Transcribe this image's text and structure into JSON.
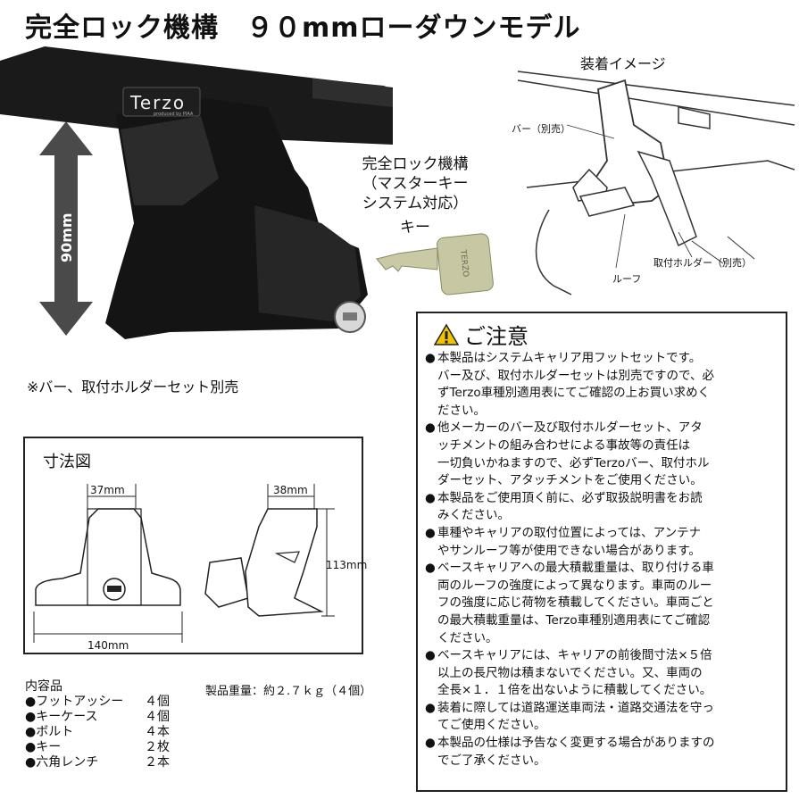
{
  "header": {
    "title": "完全ロック機構　９０mmローダウンモデル"
  },
  "product": {
    "brand_logo": "Terzo",
    "brand_sub": "produced by PIAA",
    "height_label": "90mm",
    "lock_callout": [
      "完全ロック機構",
      "（マスターキー",
      "システム対応）"
    ],
    "key_label": "キー",
    "key_engraving": "TERZO",
    "separate_note": "※バー、取付ホルダーセット別売"
  },
  "install_image": {
    "title": "装着イメージ",
    "bar_label": "バー（別売）",
    "holder_label": "取付ホルダー（別売）",
    "roof_label": "ルーフ"
  },
  "dimensions": {
    "title": "寸法図",
    "front_width": "37mm",
    "side_width": "38mm",
    "height": "113mm",
    "base_width": "140mm"
  },
  "contents": {
    "title": "内容品",
    "items": [
      {
        "name": "●フットアッシー",
        "qty": "４個"
      },
      {
        "name": "●キーケース",
        "qty": "４個"
      },
      {
        "name": "●ボルト",
        "qty": "４本"
      },
      {
        "name": "●キー",
        "qty": "２枚"
      },
      {
        "name": "●六角レンチ",
        "qty": "２本"
      }
    ],
    "weight": "製品重量：約２.７ｋｇ（４個）"
  },
  "caution": {
    "title": "ご注意",
    "lines": [
      {
        "b": "●",
        "t": "本製品はシステムキャリア用フットセットです。"
      },
      {
        "b": "",
        "t": "バー及び、取付ホルダーセットは別売ですので、必"
      },
      {
        "b": "",
        "t": "ずTerzo車種別適用表にてご確認の上お買い求めく"
      },
      {
        "b": "",
        "t": "ださい。"
      },
      {
        "b": "●",
        "t": "他メーカーのバー及び取付ホルダーセット、アタ"
      },
      {
        "b": "",
        "t": "ッチメントの組み合わせによる事故等の責任は"
      },
      {
        "b": "",
        "t": "一切負いかねますので、必ずTerzoバー、取付ホル"
      },
      {
        "b": "",
        "t": "ダーセット、アタッチメントをご使用ください。"
      },
      {
        "b": "●",
        "t": "本製品をご使用頂く前に、必ず取扱説明書をお読"
      },
      {
        "b": "",
        "t": "みください。"
      },
      {
        "b": "●",
        "t": "車種やキャリアの取付位置によっては、アンテナ"
      },
      {
        "b": "",
        "t": "やサンルーフ等が使用できない場合があります。"
      },
      {
        "b": "●",
        "t": "ベースキャリアへの最大積載重量は、取り付ける車"
      },
      {
        "b": "",
        "t": "両のルーフの強度によって異なります。車両のルー"
      },
      {
        "b": "",
        "t": "フの強度に応じ荷物を積載してください。車両ごと"
      },
      {
        "b": "",
        "t": "の最大積載重量は、Terzo車種別適用表にてご確認"
      },
      {
        "b": "",
        "t": "ください。"
      },
      {
        "b": "●",
        "t": "ベースキャリアには、キャリアの前後間寸法×５倍"
      },
      {
        "b": "",
        "t": "以上の長尺物は積まないでください。又、車両の"
      },
      {
        "b": "",
        "t": "全長×１．１倍を出ないように積載してください。"
      },
      {
        "b": "●",
        "t": "装着に際しては道路運送車両法・道路交通法を守っ"
      },
      {
        "b": "",
        "t": "てご使用ください。"
      },
      {
        "b": "●",
        "t": "本製品の仕様は予告なく変更する場合がありますの"
      },
      {
        "b": "",
        "t": "でご了承ください。"
      }
    ]
  }
}
